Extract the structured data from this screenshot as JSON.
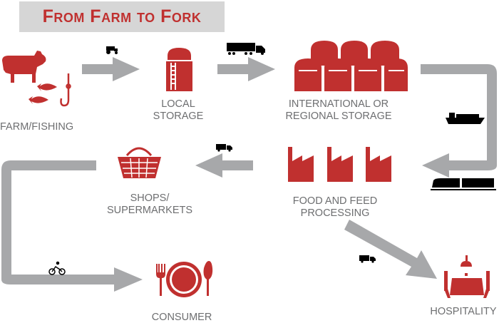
{
  "title": "From Farm to Fork",
  "colors": {
    "accent": "#c0302f",
    "arrow": "#a7a8aa",
    "label": "#6d6e70",
    "title_bg": "#d6d6d6"
  },
  "nodes": {
    "farm": "FARM/FISHING",
    "local_storage": "LOCAL\nSTORAGE",
    "intl_storage": "INTERNATIONAL OR\nREGIONAL STORAGE",
    "processing": "FOOD AND FEED\nPROCESSING",
    "shops": "SHOPS/\nSUPERMARKETS",
    "consumer": "CONSUMER",
    "hospitality": "HOSPITALITY"
  },
  "transport_icons": [
    "tractor-icon",
    "truck-icon",
    "ship-icon",
    "train-icon",
    "van-icon",
    "bicycle-icon",
    "van-icon"
  ]
}
